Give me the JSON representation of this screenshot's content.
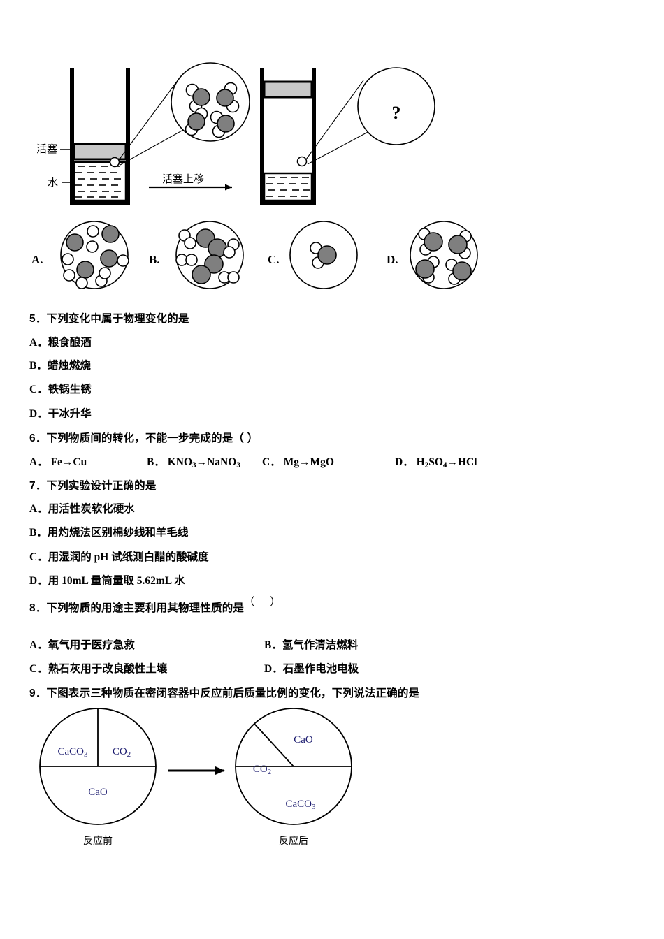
{
  "figure_syringe": {
    "label_piston": "活塞",
    "label_water": "水",
    "label_arrow": "活塞上移",
    "magnified_question_mark": "?"
  },
  "figure_options": {
    "letters": [
      "A.",
      "B.",
      "C.",
      "D."
    ],
    "descriptions": [
      "separated gray and white atoms",
      "gray diatomic pairs and white diatomic pairs",
      "single water molecule in large circle",
      "four water molecules spread apart"
    ]
  },
  "questions": [
    {
      "number": "5．",
      "stem": "下列变化中属于物理变化的是",
      "layout": "stacked",
      "options": [
        {
          "letter": "A．",
          "text": "粮食酿酒"
        },
        {
          "letter": "B．",
          "text": "蜡烛燃烧"
        },
        {
          "letter": "C．",
          "text": "铁锅生锈"
        },
        {
          "letter": "D．",
          "text": "干冰升华"
        }
      ]
    },
    {
      "number": "6．",
      "stem": "下列物质间的转化，不能一步完成的是（ ）",
      "layout": "inline",
      "options": [
        {
          "letter": "A．",
          "text": "Fe→Cu"
        },
        {
          "letter": "B．",
          "text": "KNO3→NaNO3"
        },
        {
          "letter": "C．",
          "text": "Mg→MgO"
        },
        {
          "letter": "D．",
          "text": "H2SO4→HCl"
        }
      ]
    },
    {
      "number": "7．",
      "stem": "下列实验设计正确的是",
      "layout": "stacked",
      "options": [
        {
          "letter": "A．",
          "text": "用活性炭软化硬水"
        },
        {
          "letter": "B．",
          "text": "用灼烧法区别棉纱线和羊毛线"
        },
        {
          "letter": "C．",
          "text": "用湿润的 pH 试纸测白醋的酸碱度"
        },
        {
          "letter": "D．",
          "text": "用 10mL 量筒量取 5.62mL 水"
        }
      ]
    },
    {
      "number": "8．",
      "stem": "下列物质的用途主要利用其物理性质的是",
      "stem_paren": "（    ）",
      "layout": "two-column",
      "options": [
        {
          "letter": "A．",
          "text": "氧气用于医疗急救"
        },
        {
          "letter": "B．",
          "text": "氢气作清洁燃料"
        },
        {
          "letter": "C．",
          "text": "熟石灰用于改良酸性土壤"
        },
        {
          "letter": "D．",
          "text": "石墨作电池电极"
        }
      ]
    },
    {
      "number": "9．",
      "stem": "下图表示三种物质在密闭容器中反应前后质量比例的变化，下列说法正确的是",
      "layout": "figure",
      "options": []
    }
  ],
  "chart_data": [
    {
      "type": "pie",
      "title": "反应前",
      "labels": [
        "CaCO3",
        "CO2",
        "CaO"
      ],
      "values": [
        25,
        25,
        50
      ],
      "label_positions": [
        "upper-left",
        "upper-right",
        "bottom"
      ]
    },
    {
      "type": "pie",
      "title": "反应后",
      "labels": [
        "CO2",
        "CaO",
        "CaCO3"
      ],
      "values": [
        13,
        37,
        50
      ],
      "label_positions": [
        "upper-left",
        "upper-right",
        "bottom"
      ]
    }
  ],
  "colors": {
    "atom_gray": "#7f7f7f",
    "atom_white": "#ffffff",
    "piston_gray": "#c8c8c8",
    "stroke": "#000000",
    "label_text": "#1a1a6e"
  }
}
